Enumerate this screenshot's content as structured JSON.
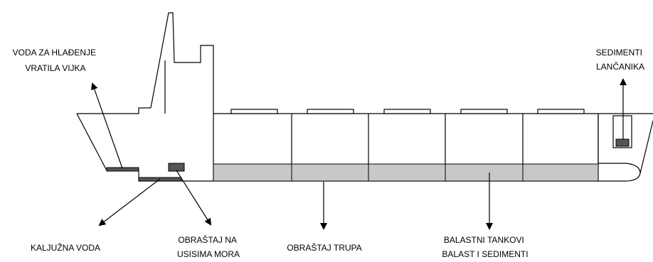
{
  "labels": {
    "propeller_shaft_cooling_water": [
      "VODA ZA HLAĐENJE",
      "VRATILA VIJKA"
    ],
    "anchor_chain_sediments": [
      "SEDIMENTI",
      "LANČANIKA"
    ],
    "bilge_water": [
      "KALJUŽNA VODA"
    ],
    "sea_chest_fouling": [
      "OBRAŠTAJ NA",
      "USISIMA MORA"
    ],
    "hull_fouling": [
      "OBRAŠTAJ TRUPA"
    ],
    "ballast_tanks": [
      "BALASTNI TANKOVI",
      "BALAST I SEDIMENTI"
    ]
  },
  "colors": {
    "line": "#000000",
    "ballast_fill": "#c8c8c8",
    "dark_fill": "#555555",
    "background": "#ffffff"
  }
}
